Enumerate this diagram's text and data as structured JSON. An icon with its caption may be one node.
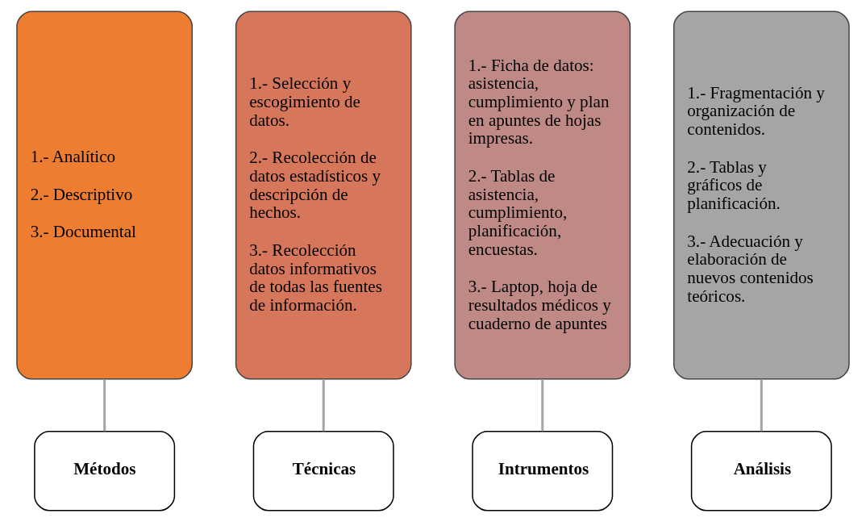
{
  "diagram": {
    "nodes": [
      {
        "text": [
          "1.- Analítico",
          "2.- Descriptivo",
          "3.- Documental"
        ]
      },
      {
        "text": [
          "Métodos"
        ]
      },
      {
        "text": [
          "1.- Selección y escogimiento de datos.",
          "2.- Recolección de datos estadísticos y descripción de hechos.",
          "3.- Recolección datos informativos de todas las fuentes de información."
        ]
      },
      {
        "text": [
          "Técnicas"
        ]
      },
      {
        "text": [
          "1.- Ficha de datos: asistencia, cumplimiento y plan en apuntes de hojas impresas.",
          "2.- Tablas de asistencia, cumplimiento, planificación, encuestas.",
          "3.- Laptop, hoja de resultados médicos y cuaderno de apuntes"
        ]
      },
      {
        "text": [
          "Intrumentos"
        ]
      },
      {
        "text": [
          "1.- Fragmentación y organización de contenidos.",
          "2.- Tablas y gráficos de planificación.",
          "3.- Adecuación y elaboración de nuevos contenidos teóricos."
        ]
      },
      {
        "text": [
          "Análisis"
        ]
      }
    ],
    "edges": [
      {
        "from": 0,
        "to": 1,
        "arrow": "none"
      },
      {
        "from": 2,
        "to": 3,
        "arrow": "none"
      },
      {
        "from": 4,
        "to": 5,
        "arrow": "none"
      },
      {
        "from": 6,
        "to": 7,
        "arrow": "none"
      }
    ]
  }
}
